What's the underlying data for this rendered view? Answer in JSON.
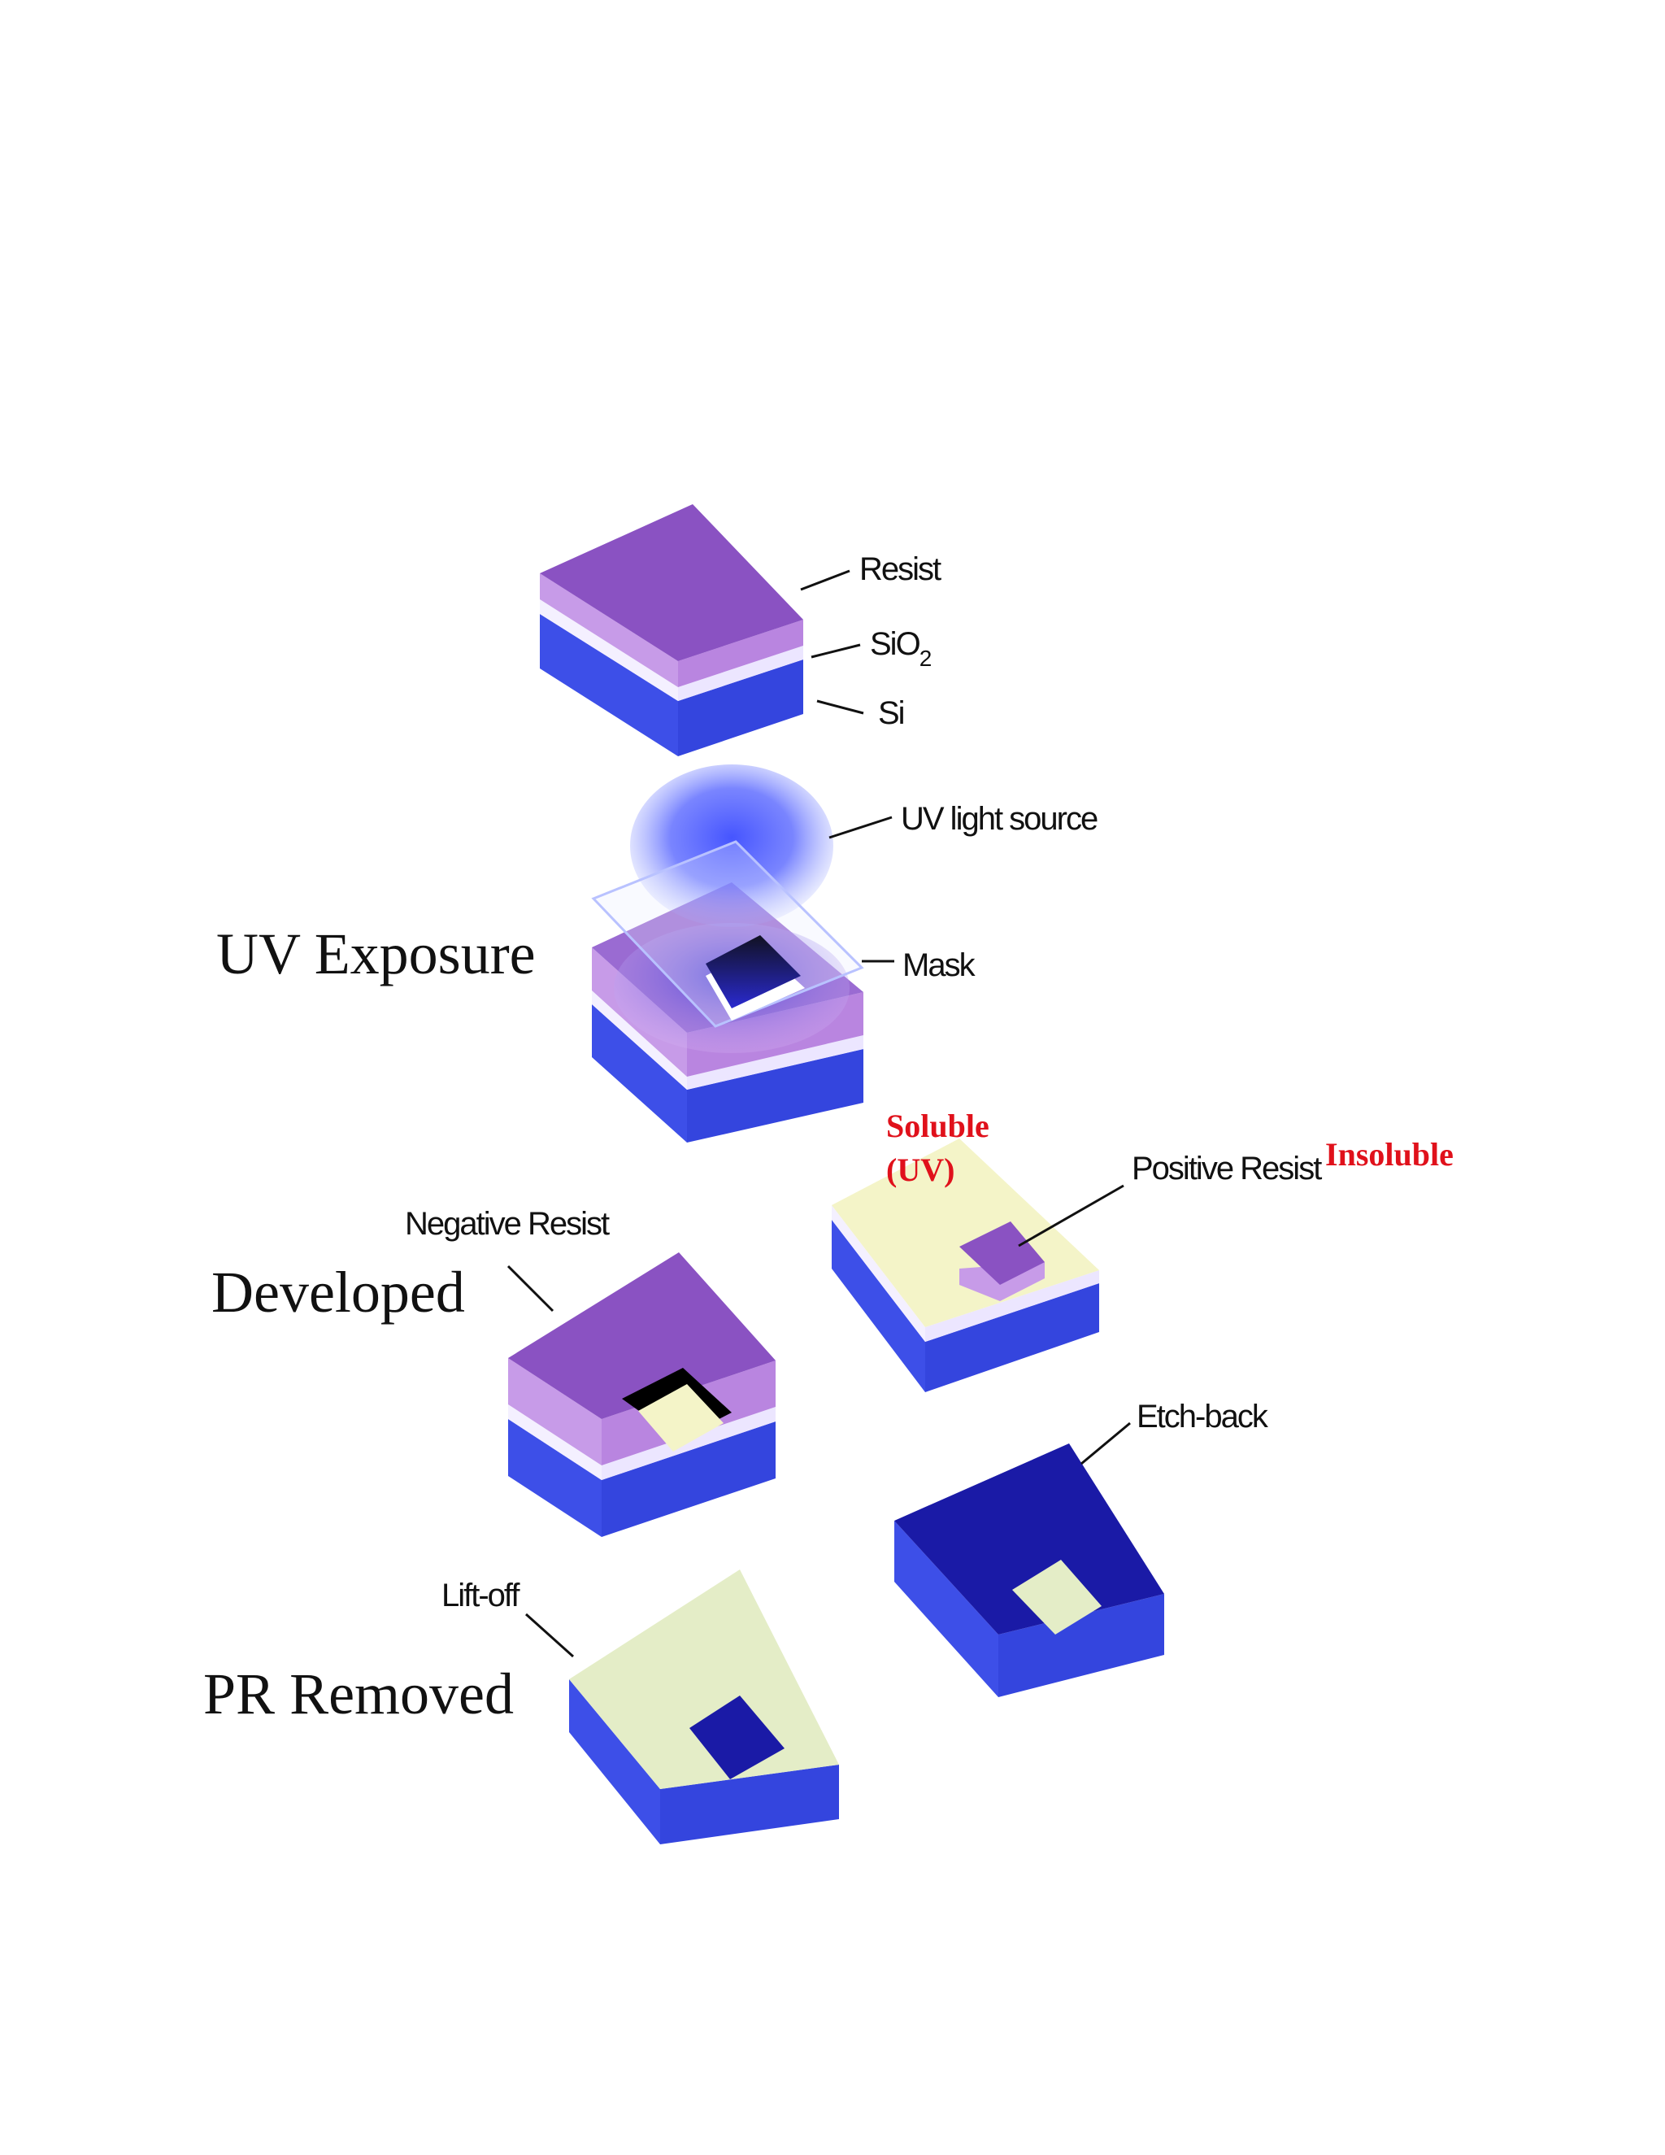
{
  "stage_labels": {
    "uv_exposure": "UV Exposure",
    "developed": "Developed",
    "pr_removed": "PR Removed"
  },
  "callouts": {
    "resist": "Resist",
    "sio2_main": "SiO",
    "sio2_sub": "2",
    "si": "Si",
    "uv_light_source": "UV light source",
    "mask": "Mask",
    "negative_resist": "Negative Resist",
    "positive_resist": "Positive Resist",
    "etch_back": "Etch-back",
    "lift_off": "Lift-off"
  },
  "notes": {
    "soluble_line1": "Soluble",
    "soluble_line2": "(UV)",
    "insoluble": "Insoluble"
  },
  "colors": {
    "resist_top": "#8a52c2",
    "resist_side": "#c79be8",
    "oxide_white": "#f4f0ff",
    "silicon_side": "#3d4fe8",
    "silicon_top": "#1a1aa6",
    "exposed_oxide": "#f4f4c8",
    "lift_off_top": "#e4edc7",
    "note_red": "#e0111b",
    "uv_glow": "#2a3cff"
  }
}
